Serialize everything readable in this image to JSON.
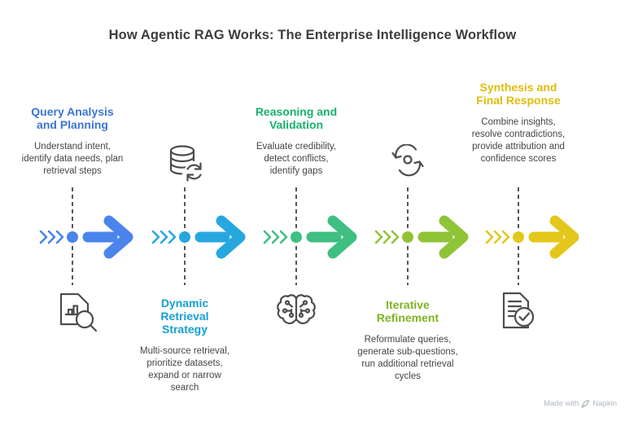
{
  "title": "How Agentic RAG Works: The Enterprise Intelligence Workflow",
  "stages": [
    {
      "title": "Query Analysis and Planning",
      "description": "Understand intent, identify data needs, plan retrieval steps",
      "icon": "document-search-icon",
      "title_color": "#3C76D4",
      "accent": "#4B84EC"
    },
    {
      "title": "Dynamic Retrieval Strategy",
      "description": "Multi-source retrieval, prioritize datasets, expand or narrow search",
      "icon": "database-sync-icon",
      "title_color": "#14A0D6",
      "accent": "#27A7DF"
    },
    {
      "title": "Reasoning and Validation",
      "description": "Evaluate credibility, detect conflicts, identify gaps",
      "icon": "brain-circuit-icon",
      "title_color": "#17B26B",
      "accent": "#3FBF81"
    },
    {
      "title": "Iterative Refinement",
      "description": "Reformulate queries, generate sub-questions, run additional retrieval cycles",
      "icon": "cycle-icon",
      "title_color": "#7EB51F",
      "accent": "#8FC437"
    },
    {
      "title": "Synthesis and Final Response",
      "description": "Combine insights, resolve contradictions, provide attribution and confidence scores",
      "icon": "document-check-icon",
      "title_color": "#E0BC0E",
      "accent": "#E4C71B"
    }
  ],
  "footer": {
    "made_with": "Made with",
    "brand": "Napkin"
  }
}
